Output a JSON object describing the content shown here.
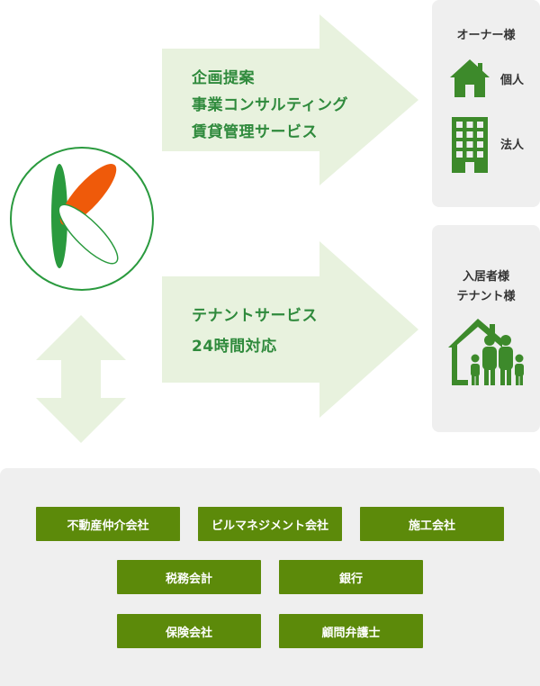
{
  "upper_flow": {
    "lines": [
      "企画提案",
      "事業コンサルティング",
      "賃貸管理サービス"
    ]
  },
  "lower_flow": {
    "lines": [
      "テナントサービス",
      "24時間対応"
    ]
  },
  "owner_panel": {
    "title": "オーナー様",
    "items": [
      {
        "label": "個人",
        "icon": "house-icon"
      },
      {
        "label": "法人",
        "icon": "building-icon"
      }
    ]
  },
  "tenant_panel": {
    "title_lines": [
      "入居者様",
      "テナント様"
    ],
    "icon": "family-house-icon"
  },
  "partners": {
    "row1": [
      "不動産仲介会社",
      "ビルマネジメント会社",
      "施工会社"
    ],
    "row2": [
      "税務会計",
      "銀行"
    ],
    "row3": [
      "保険会社",
      "顧問弁護士"
    ]
  },
  "colors": {
    "arrow_fill": "#e8f2de",
    "arrow_text": "#2f8a3c",
    "panel_bg": "#efefef",
    "button_bg": "#5c8a0a",
    "icon_green": "#3d8a2b",
    "logo_green": "#2a9a3e",
    "logo_orange": "#ef5a0a"
  }
}
